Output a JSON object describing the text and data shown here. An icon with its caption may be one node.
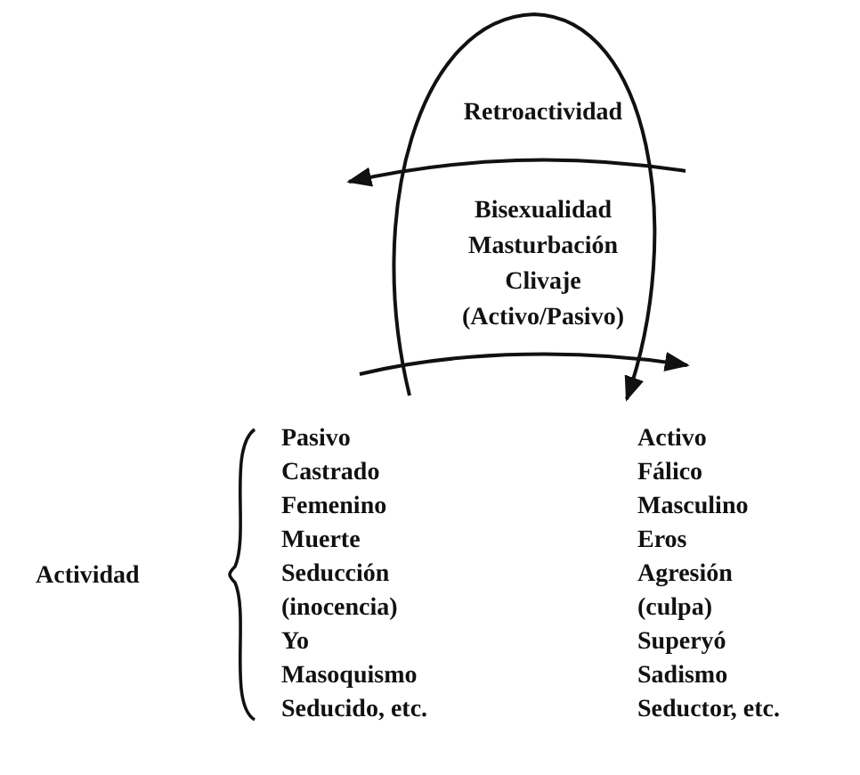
{
  "diagram": {
    "labels": [
      "Retroactividad",
      "Bisexualidad",
      "Masturbación",
      "Clivaje",
      "(Activo/Pasivo)",
      "Actividad",
      "Pasivo",
      "Castrado",
      "Femenino",
      "Muerte",
      "Seducción",
      "(inocencia)",
      "Yo",
      "Masoquismo",
      "Seducido, etc.",
      "Activo",
      "Fálico",
      "Masculino",
      "Eros",
      "Agresión",
      "(culpa)",
      "Superyó",
      "Sadismo",
      "Seductor, etc."
    ]
  }
}
